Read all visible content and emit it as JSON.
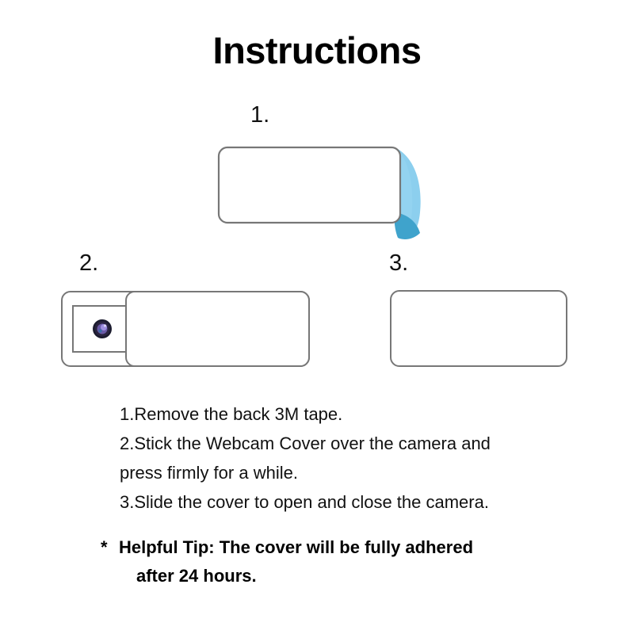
{
  "document": {
    "title": "Instructions",
    "background_color": "#ffffff",
    "outline_color": "#777777",
    "tape_color_light": "#8ccfee",
    "tape_color_dark": "#3fa3cc",
    "lens_color": "#1b1b2e"
  },
  "steps": [
    {
      "number": "1.",
      "figure_name": "cover-with-peeling-tape",
      "description": "Webcam cover rectangle with blue 3M tape liner peeling off the right edge"
    },
    {
      "number": "2.",
      "figure_name": "cover-slid-open-over-camera",
      "description": "Webcam cover slid open showing camera lens through the window"
    },
    {
      "number": "3.",
      "figure_name": "cover-closed",
      "description": "Webcam cover closed"
    }
  ],
  "instructions": [
    "1.Remove the back 3M tape.",
    "2.Stick the Webcam Cover over the camera and",
    "press firmly for a while.",
    "3.Slide the cover to open and close the camera."
  ],
  "tip": {
    "marker": "*",
    "line1": "Helpful Tip: The cover will be fully adhered",
    "line2": "after 24 hours."
  }
}
